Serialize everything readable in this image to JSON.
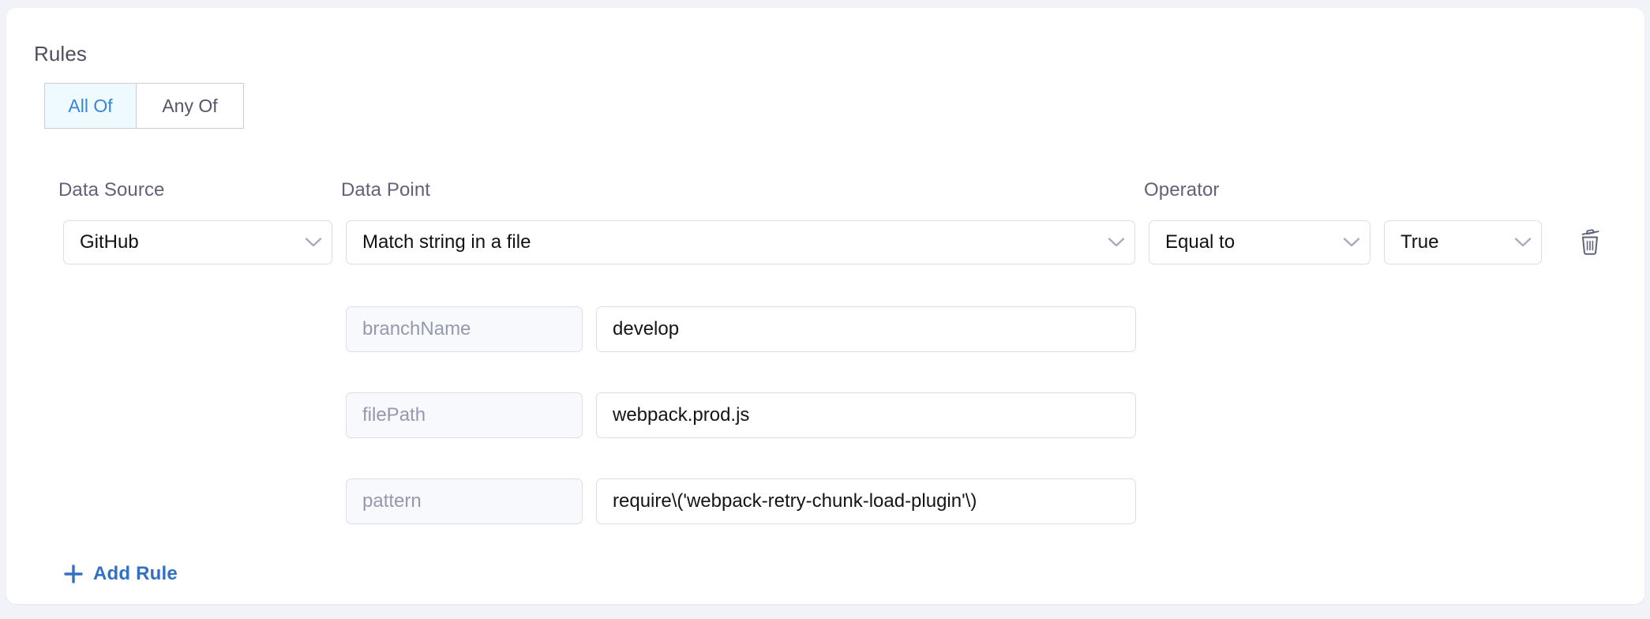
{
  "section": {
    "title": "Rules",
    "match_mode": {
      "options": [
        "All Of",
        "Any Of"
      ],
      "selected": "All Of",
      "active_color": "#3586d8",
      "active_background": "#effaff"
    }
  },
  "columns": {
    "data_source_label": "Data Source",
    "data_point_label": "Data Point",
    "operator_label": "Operator"
  },
  "rule": {
    "data_source": "GitHub",
    "data_point": "Match string in a file",
    "operator": "Equal to",
    "value": "True",
    "delete_icon": "trash-icon",
    "chevron_icon": "chevron-down-icon",
    "parameters": [
      {
        "key": "branchName",
        "value": "develop"
      },
      {
        "key": "filePath",
        "value": "webpack.prod.js"
      },
      {
        "key": "pattern",
        "value": "require\\('webpack-retry-chunk-load-plugin'\\)"
      }
    ]
  },
  "actions": {
    "add_rule_label": "Add Rule",
    "add_rule_icon": "plus-icon",
    "add_rule_color": "#3270c4"
  }
}
